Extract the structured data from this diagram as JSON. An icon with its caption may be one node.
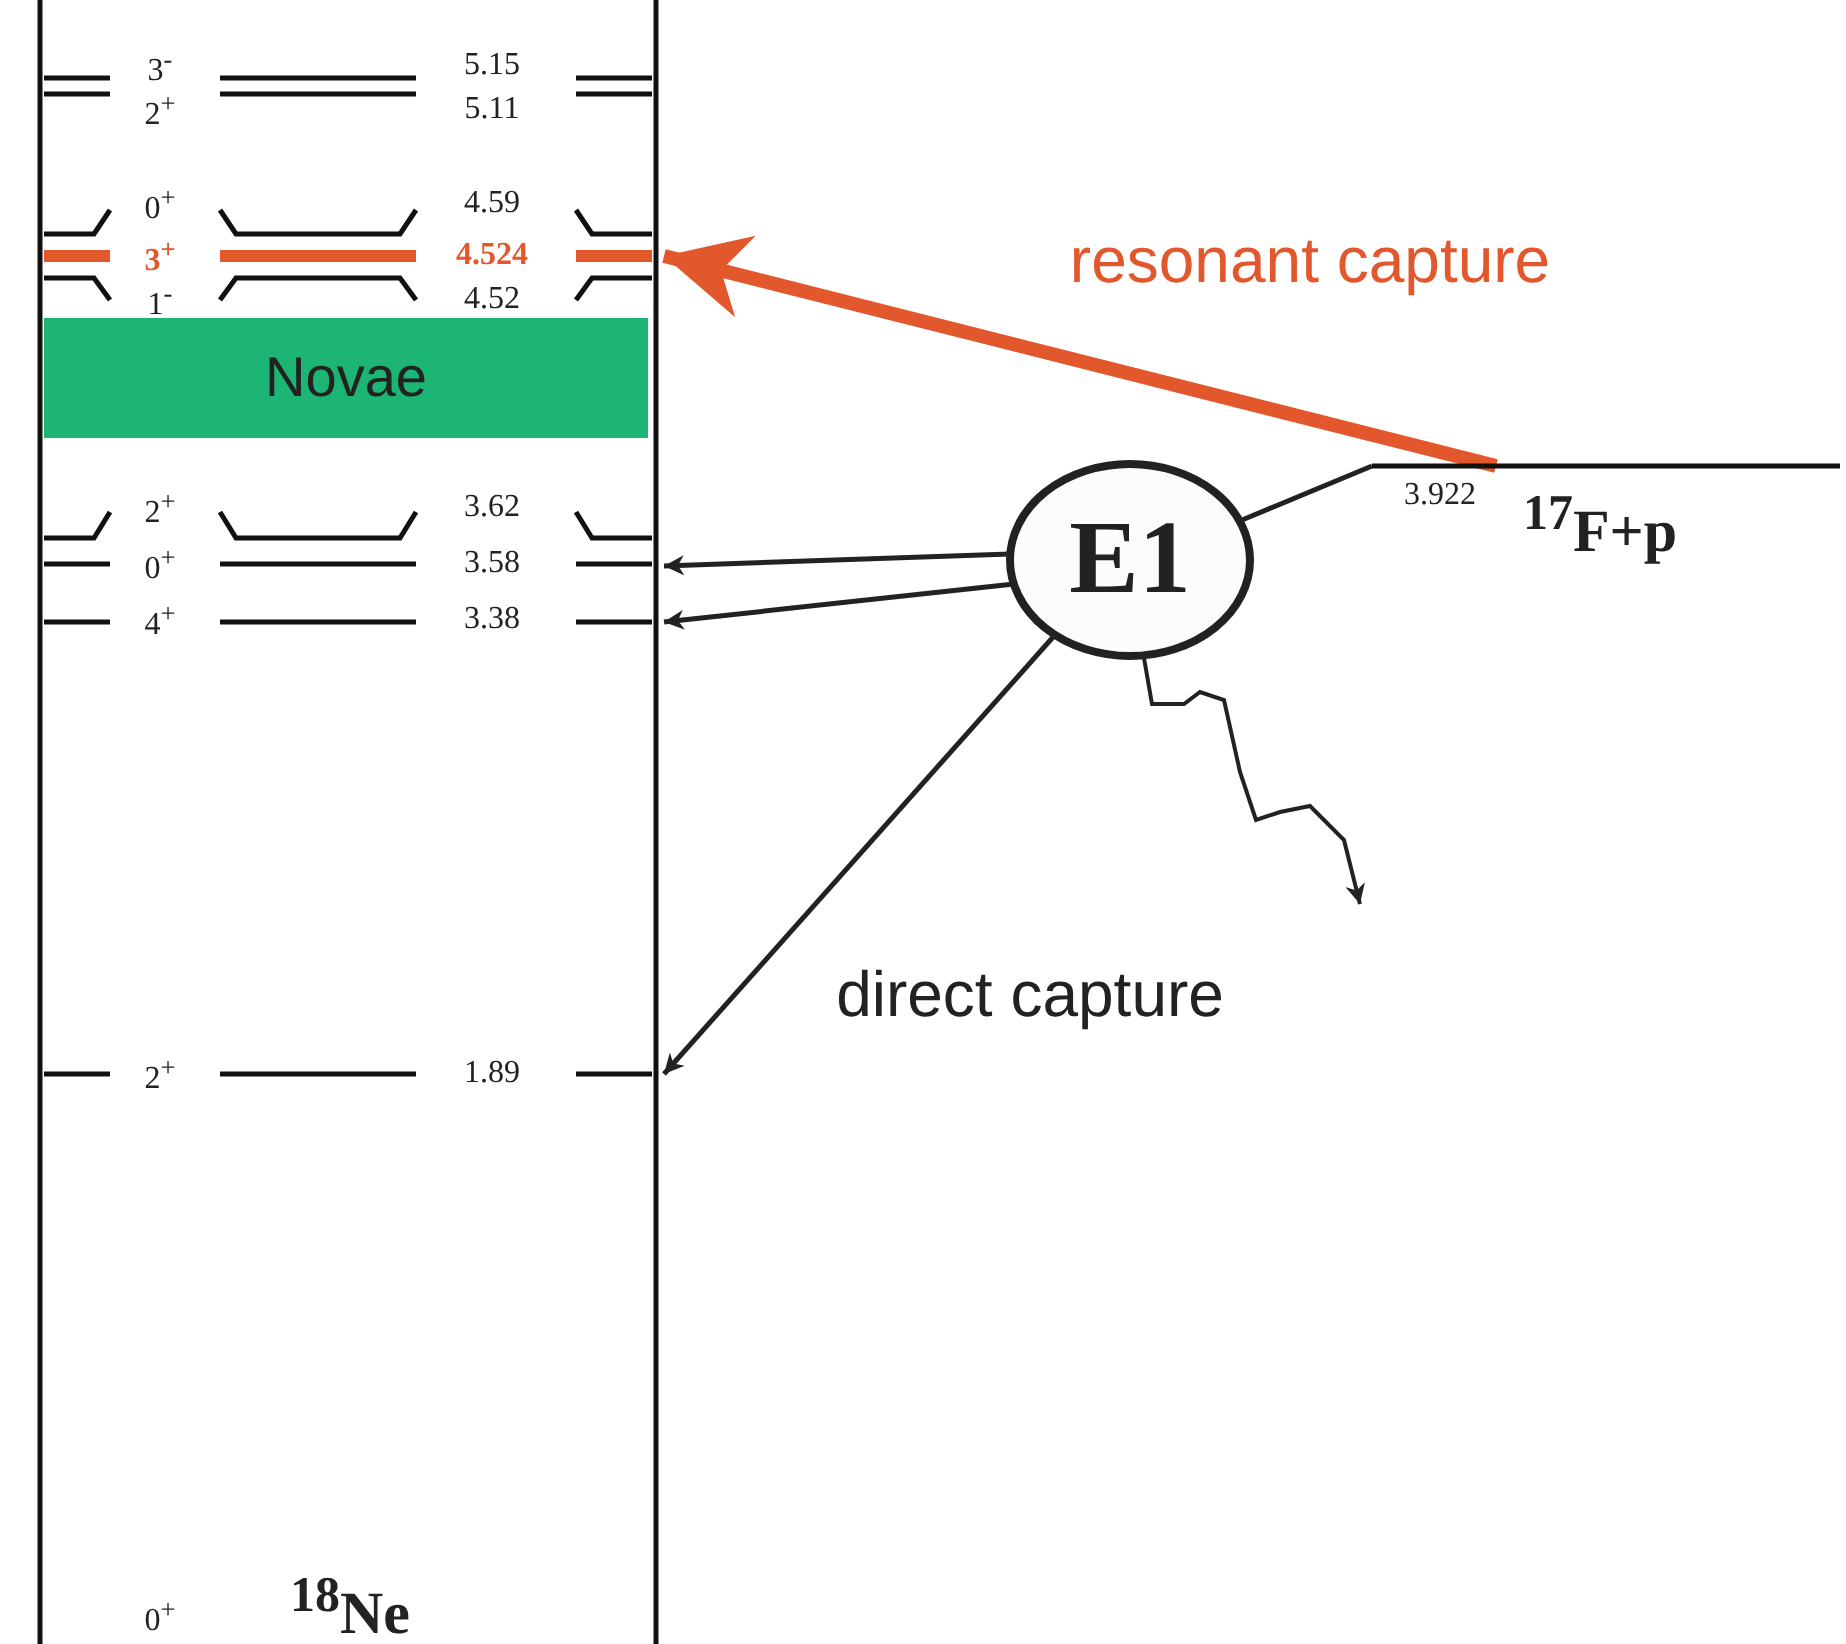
{
  "diagram": {
    "nodes": [
      {
        "text": [
          "3$^{-}$",
          "5.15"
        ]
      },
      {
        "text": [
          "2$^{+}$",
          "5.11"
        ]
      },
      {
        "text": [
          "0$^{+}$",
          "4.59"
        ]
      },
      {
        "text": [
          "3$^{+}$",
          "4.524"
        ]
      },
      {
        "text": [
          "1$^{-}$",
          "4.52"
        ]
      },
      {
        "text": [
          "Novae"
        ]
      },
      {
        "text": [
          "2$^{+}$",
          "3.62"
        ]
      },
      {
        "text": [
          "0$^{+}$",
          "3.58"
        ]
      },
      {
        "text": [
          "4$^{+}$",
          "3.38"
        ]
      },
      {
        "text": [
          "2$^{+}$",
          "1.89"
        ]
      },
      {
        "text": [
          "E1"
        ]
      },
      {
        "text": [
          "3.922",
          "$^{17}$F+p"
        ]
      }
    ],
    "edges": [
      {
        "from": 11,
        "to": 3,
        "arrow": "to",
        "label": "resonant capture",
        "style": "thick",
        "color": "#e2572b"
      },
      {
        "from": 10,
        "to": 11,
        "arrow": "none"
      },
      {
        "from": 10,
        "to": 7,
        "arrow": "to"
      },
      {
        "from": 10,
        "to": 8,
        "arrow": "to"
      },
      {
        "from": 10,
        "to": 9,
        "arrow": "to",
        "label": "direct capture"
      },
      {
        "from": 10,
        "to": null,
        "arrow": "to"
      }
    ],
    "labels": [
      "0$^{+}$",
      "$^{18}$Ne"
    ]
  }
}
